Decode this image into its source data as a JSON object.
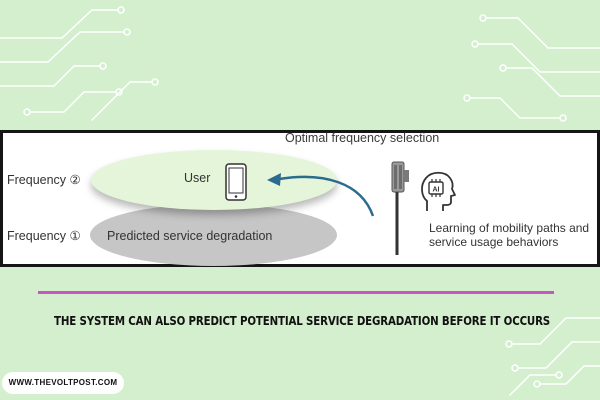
{
  "figure": {
    "title": "Optimal frequency selection",
    "frequency_2_label": "Frequency ②",
    "frequency_1_label": "Frequency ①",
    "user_label": "User",
    "predicted_label": "Predicted service degradation",
    "ai_badge": "AI",
    "learning_line_1": "Learning of mobility paths and",
    "learning_line_2": "service usage behaviors"
  },
  "headline": "THE SYSTEM CAN ALSO PREDICT POTENTIAL SERVICE DEGRADATION BEFORE IT OCCURS",
  "site": "WWW.THEVOLTPOST.COM",
  "colors": {
    "background": "#d3efce",
    "circuit": "#ffffff",
    "divider": "#c955c2",
    "top_ellipse": "#e5f5d9",
    "bottom_ellipse": "#c6c6c6",
    "arrow": "#2b6b90"
  },
  "icons": [
    "circuit-decoration",
    "smartphone-icon",
    "curved-arrow-icon",
    "cell-tower-icon",
    "ai-head-icon"
  ]
}
